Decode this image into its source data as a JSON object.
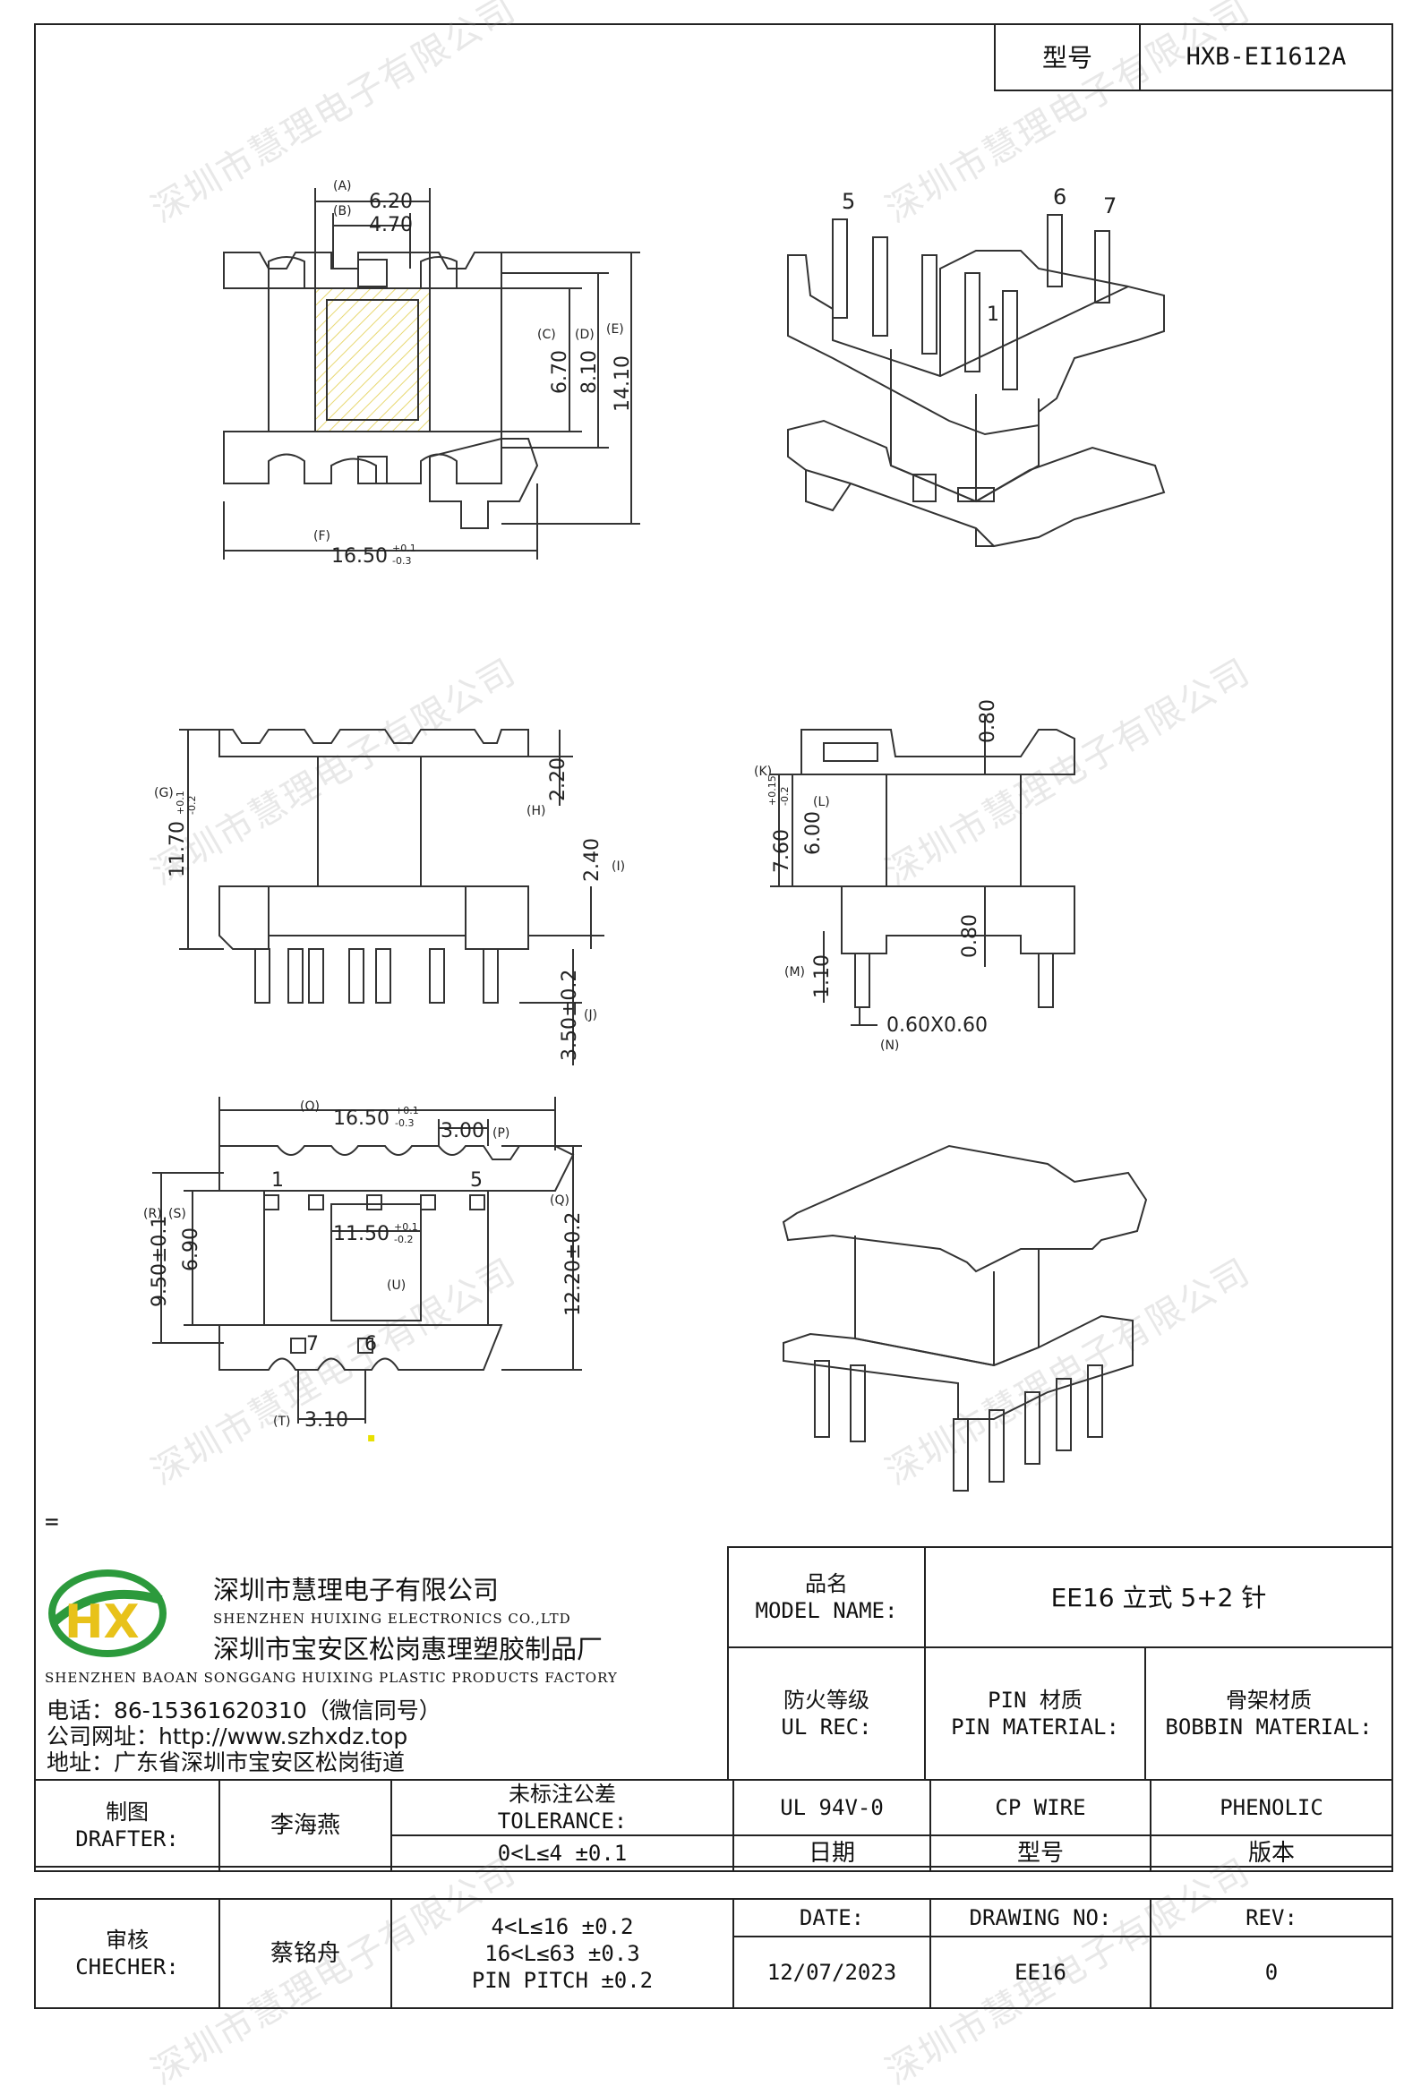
{
  "header": {
    "type_label": "型号",
    "type_value": "HXB-EI1612A"
  },
  "watermark": "深圳市慧理电子有限公司",
  "company": {
    "logo_text": "HX",
    "name_cn": "深圳市慧理电子有限公司",
    "name_en": "SHENZHEN HUIXING ELECTRONICS CO.,LTD",
    "factory_cn": "深圳市宝安区松岗惠理塑胶制品厂",
    "factory_en": "SHENZHEN BAOAN SONGGANG HUIXING PLASTIC PRODUCTS FACTORY",
    "phone": "电话：86-15361620310（微信同号）",
    "website": "公司网址：http://www.szhxdz.top",
    "address": "地址：广东省深圳市宝安区松岗街道"
  },
  "marker": "=",
  "dot": "▪",
  "title_block": {
    "model_name_label_cn": "品名",
    "model_name_label_en": "MODEL NAME:",
    "model_name_value": "EE16 立式 5+2 针",
    "ul_rec_label_cn": "防火等级",
    "ul_rec_label_en": "UL REC:",
    "pin_material_label_cn": "PIN 材质",
    "pin_material_label_en": "PIN MATERIAL:",
    "bobbin_material_label_cn": "骨架材质",
    "bobbin_material_label_en": "BOBBIN MATERIAL:",
    "drafter_label_cn": "制图",
    "drafter_label_en": "DRAFTER:",
    "drafter_value": "李海燕",
    "tolerance_label_cn": "未标注公差",
    "tolerance_label_en": "TOLERANCE:",
    "tolerance_1": "0<L≤4  ±0.1",
    "ul_rec_value": "UL 94V-0",
    "pin_material_value": "CP WIRE",
    "bobbin_material_value": "PHENOLIC",
    "date_label_cn": "日期",
    "drawing_no_label_cn": "型号",
    "rev_label_cn": "版本",
    "checker_label_cn": "审核",
    "checker_label_en": "CHECHER:",
    "checker_value": "蔡铭舟",
    "tolerance_2": "4<L≤16 ±0.2",
    "tolerance_3": "16<L≤63 ±0.3",
    "tolerance_4": "PIN PITCH ±0.2",
    "date_label_en": "DATE:",
    "drawing_no_label_en": "DRAWING NO:",
    "rev_label_en": "REV:",
    "date_value": "12/07/2023",
    "drawing_no_value": "EE16",
    "rev_value": "0"
  },
  "drawing": {
    "top_view": {
      "A": "(A)",
      "dimA": "6.20",
      "B": "(B)",
      "dimB": "4.70",
      "C": "(C)",
      "dimC": "6.70",
      "D": "(D)",
      "dimD": "8.10",
      "E": "(E)",
      "dimE": "14.10",
      "F": "(F)",
      "dimF": "16.50",
      "tolF_up": "+0.1",
      "tolF_dn": "-0.3"
    },
    "iso_top": {
      "pin5": "5",
      "pin6": "6",
      "pin7": "7",
      "pin1": "1"
    },
    "front_view": {
      "G": "(G)",
      "dimG": "11.70",
      "tolG_up": "+0.1",
      "tolG_dn": "-0.2",
      "H": "(H)",
      "dimH": "2.20",
      "I": "(I)",
      "dimI": "2.40",
      "J": "(J)",
      "dimJ": "3.50±0.2"
    },
    "side_view": {
      "K": "(K)",
      "dimK": "7.60",
      "tolK_up": "+0.15",
      "tolK_dn": "-0.2",
      "L": "(L)",
      "dimL": "6.00",
      "top080": "0.80",
      "mid080": "0.80",
      "M": "(M)",
      "dimM": "1.10",
      "N": "(N)",
      "dimN": "0.60X0.60"
    },
    "bottom_view": {
      "O": "(O)",
      "dimO": "16.50",
      "tolO_up": "+0.1",
      "tolO_dn": "-0.3",
      "P": "(P)",
      "dimP": "3.00",
      "Q": "(Q)",
      "dimQ": "12.20±0.2",
      "R": "(R)",
      "dimR": "9.50±0.1",
      "S": "(S)",
      "dimS": "6.90",
      "U": "(U)",
      "dimU": "11.50",
      "tolU_up": "+0.1",
      "tolU_dn": "-0.2",
      "T": "(T)",
      "dimT": "3.10",
      "pin1": "1",
      "pin5": "5",
      "pin7": "7",
      "pin6": "6"
    }
  }
}
